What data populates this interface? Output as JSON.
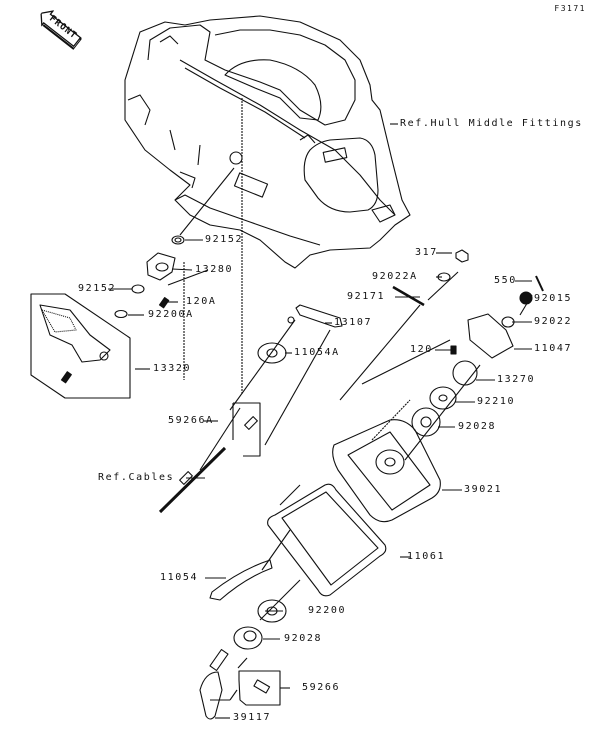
{
  "diagram": {
    "figure_code": "F3171",
    "orientation_marker": "FRONT",
    "title": "Hull Middle Fittings / Steering parts exploded view",
    "labels": [
      {
        "id": "ref-hull",
        "text": "Ref.Hull Middle Fittings"
      },
      {
        "id": "p92152-a",
        "text": "92152"
      },
      {
        "id": "p13280",
        "text": "13280"
      },
      {
        "id": "p92152-b",
        "text": "92152"
      },
      {
        "id": "p120A",
        "text": "120A"
      },
      {
        "id": "p92200A",
        "text": "92200A"
      },
      {
        "id": "p13320",
        "text": "13320"
      },
      {
        "id": "p13107",
        "text": "13107"
      },
      {
        "id": "p11054A",
        "text": "11054A"
      },
      {
        "id": "p59266A",
        "text": "59266A"
      },
      {
        "id": "ref-cables",
        "text": "Ref.Cables"
      },
      {
        "id": "p317",
        "text": "317"
      },
      {
        "id": "p92022A",
        "text": "92022A"
      },
      {
        "id": "p92171",
        "text": "92171"
      },
      {
        "id": "p550",
        "text": "550"
      },
      {
        "id": "p92015",
        "text": "92015"
      },
      {
        "id": "p92022",
        "text": "92022"
      },
      {
        "id": "p120",
        "text": "120"
      },
      {
        "id": "p11047",
        "text": "11047"
      },
      {
        "id": "p13270",
        "text": "13270"
      },
      {
        "id": "p92210",
        "text": "92210"
      },
      {
        "id": "p92028-a",
        "text": "92028"
      },
      {
        "id": "p39021",
        "text": "39021"
      },
      {
        "id": "p11054",
        "text": "11054"
      },
      {
        "id": "p11061",
        "text": "11061"
      },
      {
        "id": "p92200",
        "text": "92200"
      },
      {
        "id": "p92028-b",
        "text": "92028"
      },
      {
        "id": "p59266",
        "text": "59266"
      },
      {
        "id": "p39117",
        "text": "39117"
      }
    ]
  }
}
